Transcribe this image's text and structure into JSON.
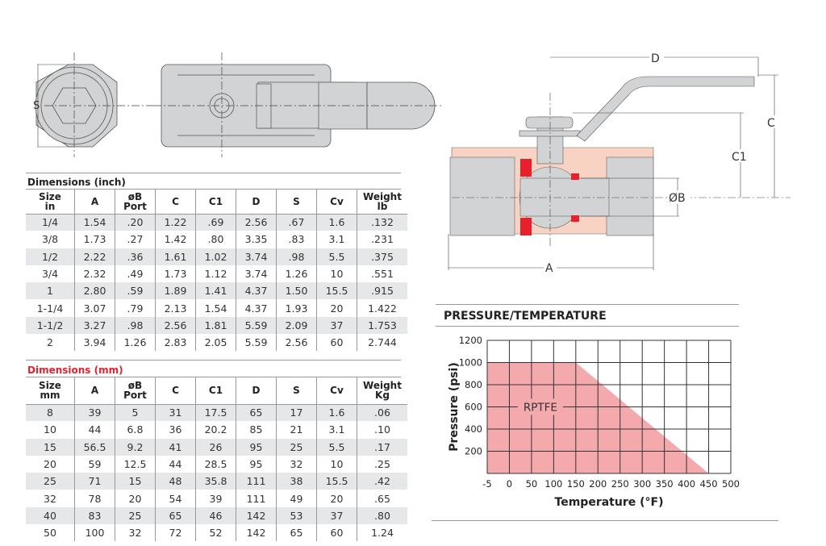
{
  "drawings": {
    "end_view_dimension": "S",
    "section_dimensions": {
      "d": "D",
      "c": "C",
      "c1": "C1",
      "b": "ØB",
      "a": "A"
    }
  },
  "inch_table": {
    "title": "Dimensions (inch)",
    "headers": [
      [
        "Size",
        "in"
      ],
      [
        "A",
        ""
      ],
      [
        "øB",
        "Port"
      ],
      [
        "C",
        ""
      ],
      [
        "C1",
        ""
      ],
      [
        "D",
        ""
      ],
      [
        "S",
        ""
      ],
      [
        "Cv",
        ""
      ],
      [
        "Weight",
        "lb"
      ]
    ],
    "rows": [
      [
        "1/4",
        "1.54",
        ".20",
        "1.22",
        ".69",
        "2.56",
        ".67",
        "1.6",
        ".132"
      ],
      [
        "3/8",
        "1.73",
        ".27",
        "1.42",
        ".80",
        "3.35",
        ".83",
        "3.1",
        ".231"
      ],
      [
        "1/2",
        "2.22",
        ".36",
        "1.61",
        "1.02",
        "3.74",
        ".98",
        "5.5",
        ".375"
      ],
      [
        "3/4",
        "2.32",
        ".49",
        "1.73",
        "1.12",
        "3.74",
        "1.26",
        "10",
        ".551"
      ],
      [
        "1",
        "2.80",
        ".59",
        "1.89",
        "1.41",
        "4.37",
        "1.50",
        "15.5",
        ".915"
      ],
      [
        "1-1/4",
        "3.07",
        ".79",
        "2.13",
        "1.54",
        "4.37",
        "1.93",
        "20",
        "1.422"
      ],
      [
        "1-1/2",
        "3.27",
        ".98",
        "2.56",
        "1.81",
        "5.59",
        "2.09",
        "37",
        "1.753"
      ],
      [
        "2",
        "3.94",
        "1.26",
        "2.83",
        "2.05",
        "5.59",
        "2.56",
        "60",
        "2.744"
      ]
    ]
  },
  "mm_table": {
    "title": "Dimensions (mm)",
    "title_color": "#e8202e",
    "headers": [
      [
        "Size",
        "mm"
      ],
      [
        "A",
        ""
      ],
      [
        "øB",
        "Port"
      ],
      [
        "C",
        ""
      ],
      [
        "C1",
        ""
      ],
      [
        "D",
        ""
      ],
      [
        "S",
        ""
      ],
      [
        "Cv",
        ""
      ],
      [
        "Weight",
        "Kg"
      ]
    ],
    "rows": [
      [
        "8",
        "39",
        "5",
        "31",
        "17.5",
        "65",
        "17",
        "1.6",
        ".06"
      ],
      [
        "10",
        "44",
        "6.8",
        "36",
        "20.2",
        "85",
        "21",
        "3.1",
        ".10"
      ],
      [
        "15",
        "56.5",
        "9.2",
        "41",
        "26",
        "95",
        "25",
        "5.5",
        ".17"
      ],
      [
        "20",
        "59",
        "12.5",
        "44",
        "28.5",
        "95",
        "32",
        "10",
        ".25"
      ],
      [
        "25",
        "71",
        "15",
        "48",
        "35.8",
        "111",
        "38",
        "15.5",
        ".42"
      ],
      [
        "32",
        "78",
        "20",
        "54",
        "39",
        "111",
        "49",
        "20",
        ".65"
      ],
      [
        "40",
        "83",
        "25",
        "65",
        "46",
        "142",
        "53",
        "37",
        ".80"
      ],
      [
        "50",
        "100",
        "32",
        "72",
        "52",
        "142",
        "65",
        "60",
        "1.24"
      ]
    ]
  },
  "chart_data": {
    "type": "area",
    "title": "PRESSURE/TEMPERATURE",
    "xlabel": "Temperature (°F)",
    "ylabel": "Pressure (psi)",
    "x_ticks": [
      "-5",
      "0",
      "50",
      "100",
      "150",
      "200",
      "250",
      "300",
      "350",
      "400",
      "450",
      "500"
    ],
    "y_ticks": [
      "200",
      "400",
      "600",
      "800",
      "1000",
      "1200"
    ],
    "ylim": [
      0,
      1200
    ],
    "xlim": [
      -5,
      500
    ],
    "grid": true,
    "series": [
      {
        "name": "RPTFE",
        "color": "#f4a9ac",
        "points": [
          [
            -5,
            1000
          ],
          [
            150,
            1000
          ],
          [
            450,
            0
          ]
        ]
      }
    ]
  }
}
